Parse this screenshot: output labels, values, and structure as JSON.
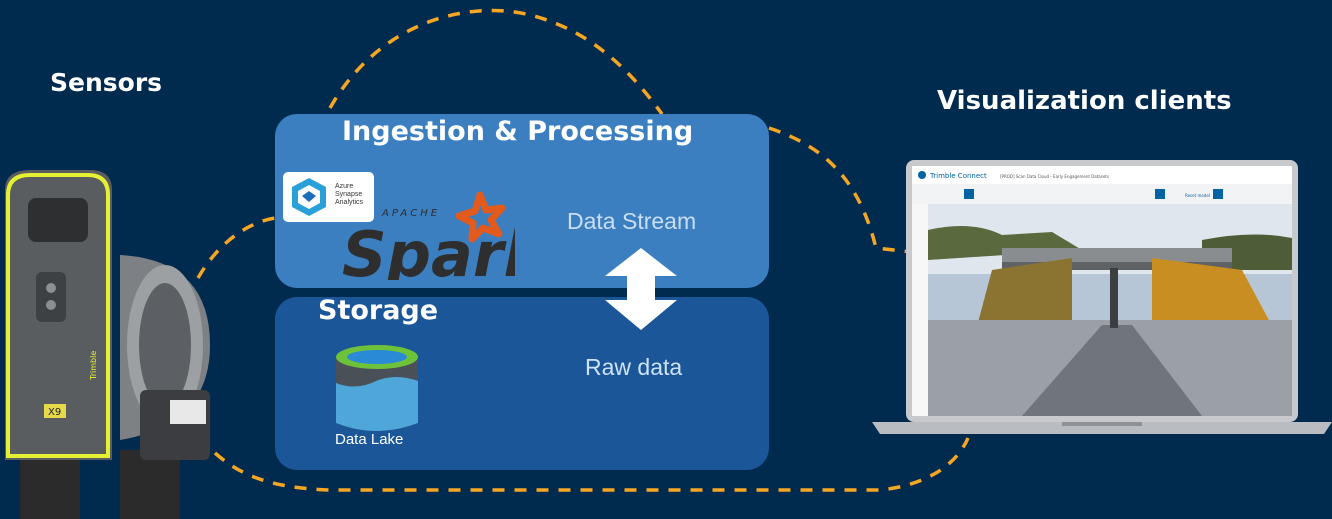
{
  "sensors": {
    "title": "Sensors"
  },
  "visualization": {
    "title": "Visualization clients"
  },
  "ingestion": {
    "title": "Ingestion & Processing",
    "stream_label": "Data Stream",
    "synapse_lines": [
      "Azure",
      "Synapse",
      "Analytics"
    ],
    "spark_apache": "APACHE",
    "spark_word": "Spark"
  },
  "storage": {
    "title": "Storage",
    "raw_label": "Raw data",
    "lake_label": "Data Lake"
  },
  "device": {
    "badge": "X9",
    "brand": "Trimble"
  },
  "screen": {
    "app_title": "Trimble Connect",
    "breadcrumb": "[PROD] Scan Data Cloud - Early Engagement Datasets",
    "reset_label": "Reset model"
  },
  "colors": {
    "background": "#002a4e",
    "ingestion_box": "#3b7fc0",
    "storage_box": "#1a5698",
    "flow_line": "#f5a623",
    "spark_star": "#e25a1c"
  }
}
